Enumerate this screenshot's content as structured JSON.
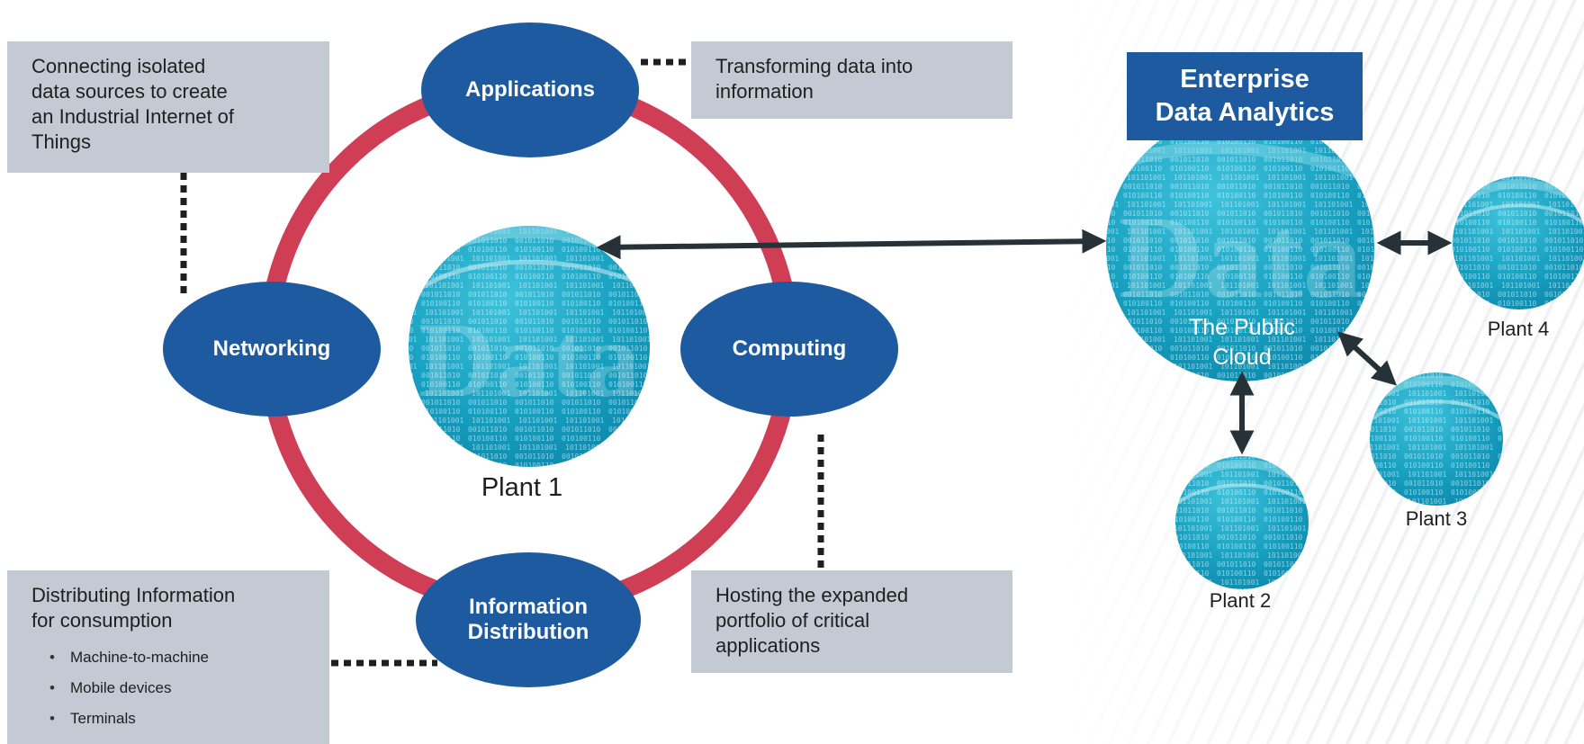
{
  "nodes": {
    "applications": "Applications",
    "networking": "Networking",
    "computing": "Computing",
    "distribution_line1": "Information",
    "distribution_line2": "Distribution"
  },
  "notes": {
    "connecting": [
      "Connecting isolated",
      "data sources to create",
      "an Industrial Internet of",
      "Things"
    ],
    "transforming": [
      "Transforming data into",
      "information"
    ],
    "distributing": {
      "heading": [
        "Distributing Information",
        "for consumption"
      ],
      "bullets": [
        "Machine-to-machine",
        "Mobile devices",
        "Terminals"
      ]
    },
    "hosting": [
      "Hosting the expanded",
      "portfolio of critical",
      "applications"
    ]
  },
  "enterprise": {
    "line1": "Enterprise",
    "line2": "Data Analytics"
  },
  "cloud": {
    "line1": "The Public",
    "line2": "Cloud"
  },
  "plants": {
    "p1": "Plant 1",
    "p2": "Plant 2",
    "p3": "Plant 3",
    "p4": "Plant 4"
  },
  "image_text": "Data",
  "colors": {
    "node_blue": "#1e5aa0",
    "ring_red": "#cf3e55",
    "note_gray": "#c3cad3",
    "globe_teal": "#1ba6c4",
    "arrow_dark": "#263238"
  },
  "icons": {
    "data_globe": "data-globe-icon",
    "double_arrow": "double-arrow-icon"
  }
}
